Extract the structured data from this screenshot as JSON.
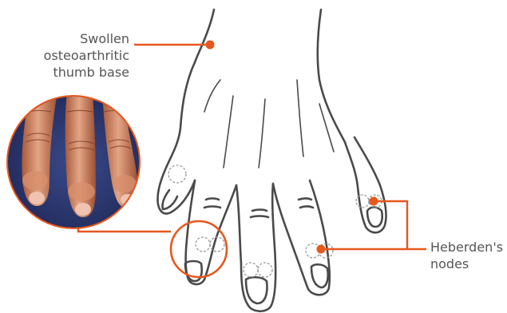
{
  "colors": {
    "accent": "#e8571c",
    "outline": "#4a4a4a",
    "joint_dash": "#9a9a9a",
    "label_text": "#555555"
  },
  "labels": {
    "thumb_base": [
      "Swollen",
      "osteoarthritic",
      "thumb base"
    ],
    "heberden": [
      "Heberden's",
      "nodes"
    ]
  },
  "photo": {
    "subject": "arthritic-fingers-photo"
  }
}
